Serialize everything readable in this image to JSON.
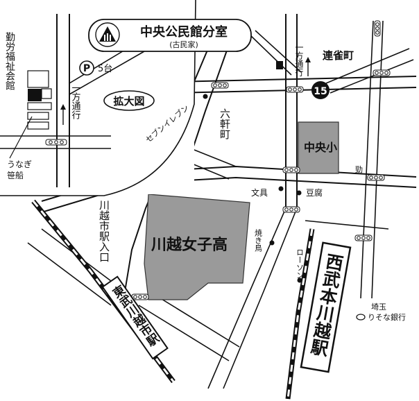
{
  "title_main": "中央公民館分室",
  "title_sub": "(古民家)",
  "inset": {
    "label": "拡大図",
    "parking_symbol": "P",
    "parking_count": "5台",
    "building_vertical": "勤労福祉会館",
    "oneway_vertical": "一方通行",
    "unagi_line1": "うなぎ",
    "unagi_line2": "笹船"
  },
  "labels": {
    "oneway_top": "一方通行",
    "renjaku_town": "連雀町",
    "route_number": "15",
    "seven_eleven": "セブンイレブン",
    "rokken_town": "六軒町",
    "chuo_elementary": "中央小",
    "stationery": "文具",
    "tofu": "豆腐",
    "kawagoe_girls_high": "川越女子高",
    "kawagoe_station_entrance": "川越市駅入口",
    "yakitori": "焼き鳥",
    "lawson": "ローソン",
    "tobu_station": "東武川越市駅",
    "seibu_station": "西武本川越駅",
    "bank_line1": "埼玉",
    "bank_line2": "りそな銀行",
    "kou_mark": "勁"
  },
  "colors": {
    "line": "#111111",
    "school_fill": "#9a9a9a",
    "background": "#ffffff"
  }
}
